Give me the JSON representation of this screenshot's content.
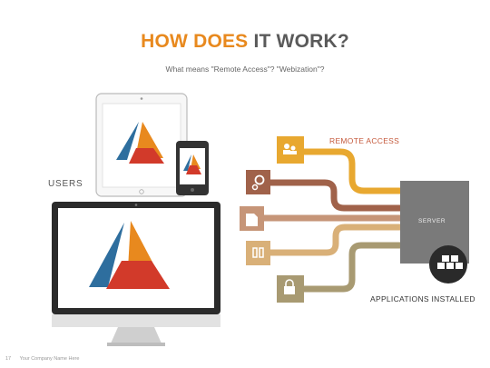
{
  "title": {
    "part1": "HOW DOES",
    "part2": "IT WORK?"
  },
  "subtitle": "What means \"Remote Access\"? \"Webization\"?",
  "labels": {
    "users": "USERS",
    "remote_access": "REMOTE ACCESS",
    "server": "SERVER",
    "applications": "APPLICATIONS INSTALLED"
  },
  "footer": {
    "page_number": "17",
    "company": "Your Company Name Here"
  },
  "colors": {
    "title_accent": "#e8891e",
    "title_dark": "#5a5a5a",
    "path_1": "#e8a830",
    "path_2": "#a0624a",
    "path_3": "#c69578",
    "path_4": "#d9b078",
    "path_5": "#a89a72",
    "server": "#7a7a7a",
    "logo_orange": "#e8891e",
    "logo_blue": "#2e6e9e",
    "logo_red": "#d23a2a"
  },
  "icons": [
    "users-icon",
    "settings-icon",
    "document-icon",
    "database-icon",
    "lock-icon",
    "cubes-icon"
  ]
}
